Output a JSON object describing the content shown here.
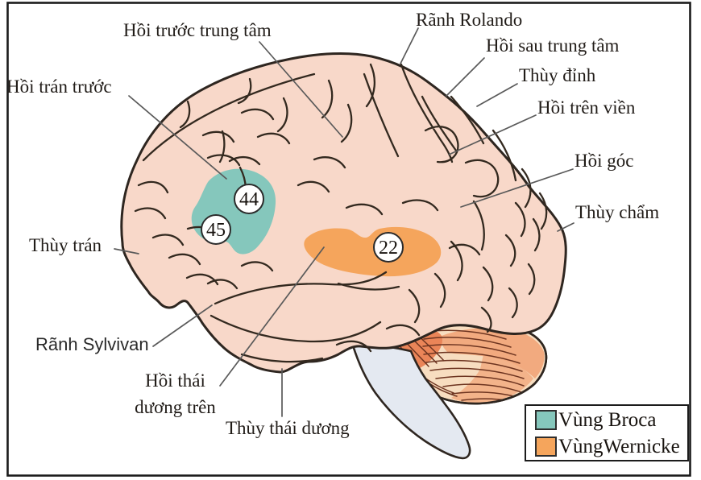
{
  "figure": {
    "type": "labeled-brain-diagram",
    "labels": [
      {
        "id": "precentral-gyrus",
        "text": "Hồi trước trung tâm"
      },
      {
        "id": "rolando-fissure",
        "text": "Rãnh Rolando"
      },
      {
        "id": "postcentral-gyrus",
        "text": "Hồi sau trung tâm"
      },
      {
        "id": "parietal-lobe",
        "text": "Thùy đỉnh"
      },
      {
        "id": "supramarginal-gyrus",
        "text": "Hồi trên viền"
      },
      {
        "id": "angular-gyrus",
        "text": "Hồi góc"
      },
      {
        "id": "occipital-lobe",
        "text": "Thùy chẩm"
      },
      {
        "id": "prefrontal-gyrus",
        "text": "Hồi trán trước"
      },
      {
        "id": "frontal-lobe",
        "text": "Thùy trán"
      },
      {
        "id": "sylvian-fissure",
        "text": "Rãnh Sylvivan"
      },
      {
        "id": "superior-temporal-gyrus",
        "text": "Hồi thái dương trên",
        "line1": "Hồi thái",
        "line2": "dương trên"
      },
      {
        "id": "temporal-lobe",
        "text": "Thùy thái dương"
      }
    ],
    "area_markers": [
      {
        "id": "brodmann-44",
        "number": "44"
      },
      {
        "id": "brodmann-45",
        "number": "45"
      },
      {
        "id": "brodmann-22",
        "number": "22"
      }
    ],
    "legend": {
      "items": [
        {
          "label": "Vùng Broca",
          "color": "#85c7bc"
        },
        {
          "label": "VùngWernicke",
          "color": "#f5a55c"
        }
      ]
    },
    "colors": {
      "brain_fill": "#f8d8c9",
      "outline": "#2e2620",
      "broca_area": "#85c7bc",
      "wernicke_area": "#f5a55c",
      "brainstem": "#e4e9f1",
      "cerebellum_base": "#f7ddc0",
      "cerebellum_dark": "#ea8558",
      "cerebellum_mid": "#f1a478",
      "stripe": "#6d3420",
      "leader_line": "#5a5a5a"
    }
  }
}
